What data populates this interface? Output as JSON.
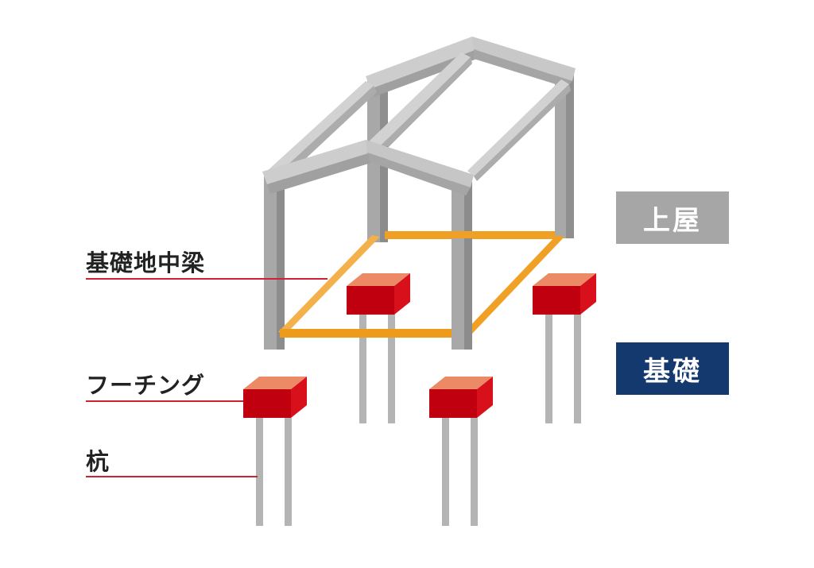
{
  "colors": {
    "frame_light": "#cfcfcf",
    "frame_mid": "#b2b2b2",
    "frame_dark": "#9a9a9a",
    "tie_beam": "#f0a125",
    "footing_front": "#c0000e",
    "footing_top": "#ec8a66",
    "footing_side": "#d8101c",
    "pile": "#b4b4b4",
    "leader_line": "#cc2233",
    "legend_superstructure": "#a6a6a6",
    "legend_foundation": "#14396e"
  },
  "labels": {
    "tie_beam": "基礎地中梁",
    "footing": "フーチング",
    "pile": "杭"
  },
  "legend": {
    "superstructure": "上屋",
    "foundation": "基礎"
  }
}
